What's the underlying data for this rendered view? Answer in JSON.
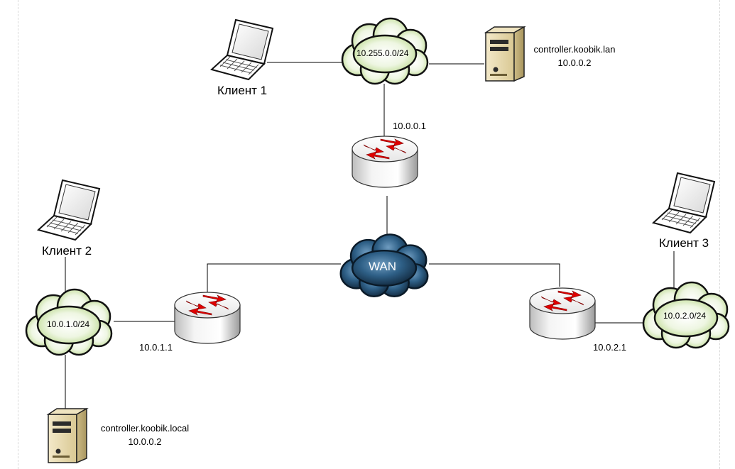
{
  "clients": {
    "c1": "Клиент 1",
    "c2": "Клиент 2",
    "c3": "Клиент 3"
  },
  "networks": {
    "top": "10.255.0.0/24",
    "left": "10.0.1.0/24",
    "right": "10.0.2.0/24",
    "wan": "WAN"
  },
  "routers": {
    "top_ip": "10.0.0.1",
    "left_ip": "10.0.1.1",
    "right_ip": "10.0.2.1"
  },
  "servers": {
    "top": {
      "name": "controller.koobik.lan",
      "ip": "10.0.0.2"
    },
    "bottom": {
      "name": "controller.koobik.local",
      "ip": "10.0.0.2"
    }
  },
  "colors": {
    "cloud_green": "#b9d88a",
    "wan_blue": "#2e5f86",
    "router_arrow": "#e00000",
    "line": "#000000"
  }
}
